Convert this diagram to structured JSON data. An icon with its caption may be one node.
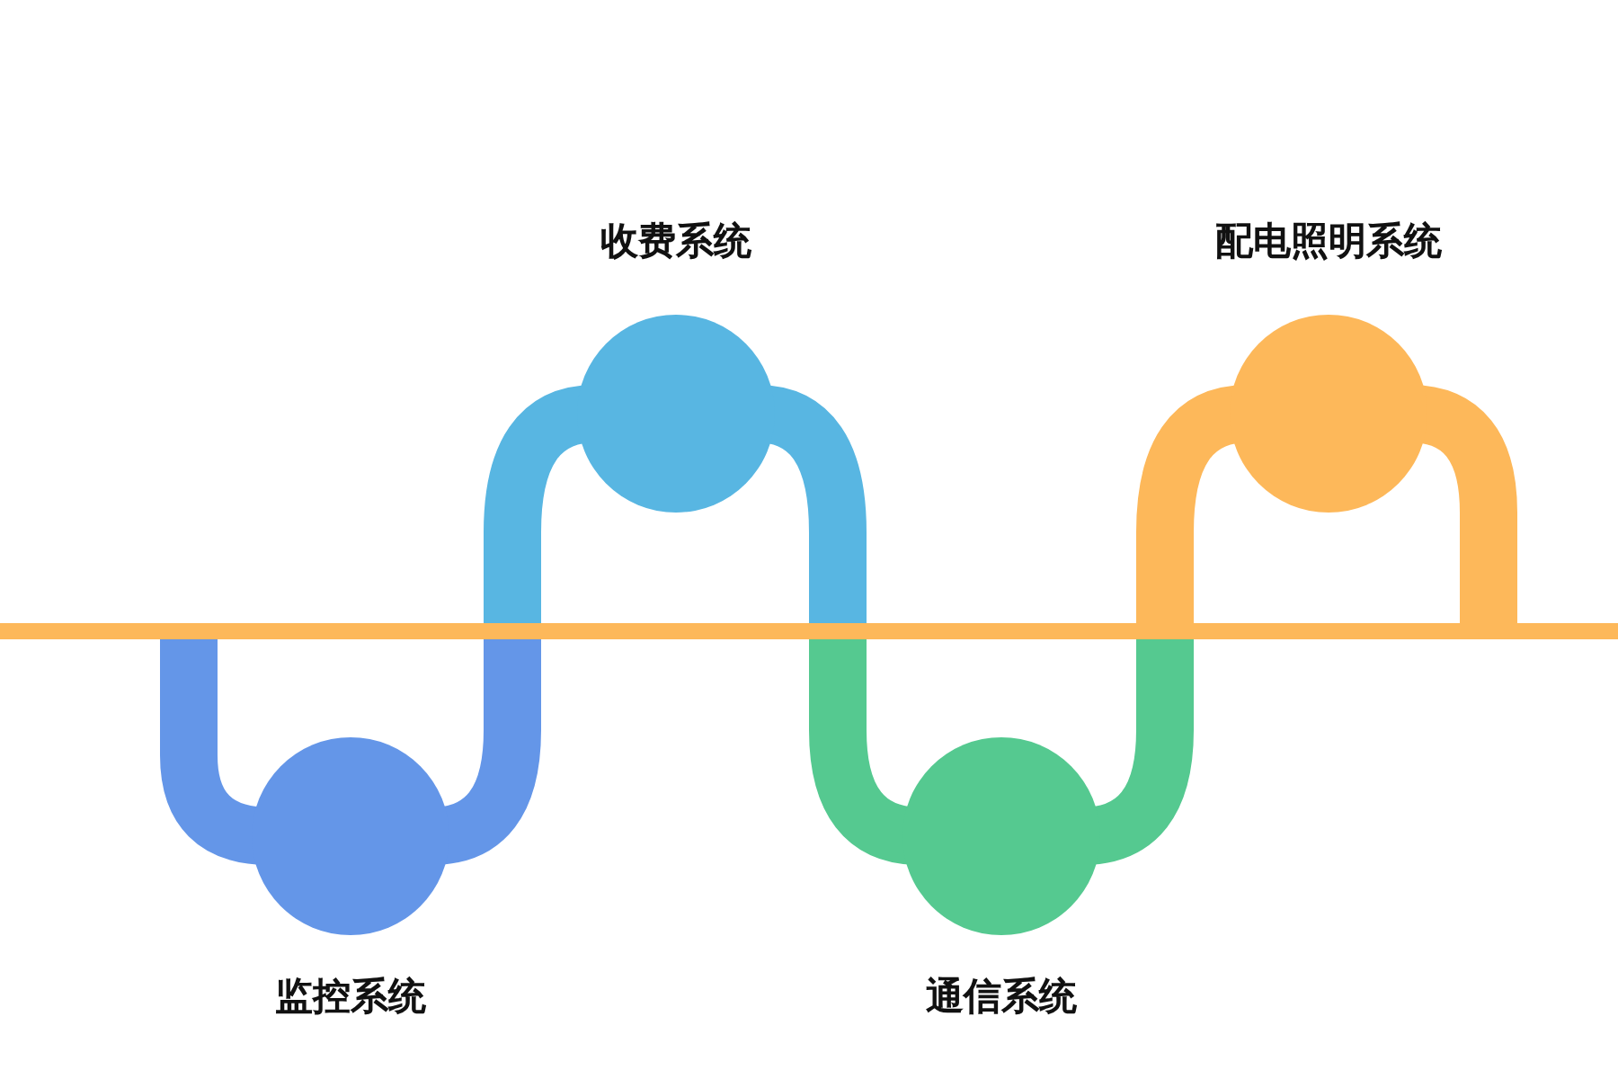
{
  "diagram": {
    "nodes": [
      {
        "text": [
          "监控系统"
        ]
      },
      {
        "text": [
          "收费系统"
        ]
      },
      {
        "text": [
          "通信系统"
        ]
      },
      {
        "text": [
          "配电照明系统"
        ]
      }
    ],
    "edges": [
      {
        "from": 0,
        "to": 1,
        "arrow": "none"
      },
      {
        "from": 1,
        "to": 2,
        "arrow": "none"
      },
      {
        "from": 2,
        "to": 3,
        "arrow": "none"
      }
    ]
  }
}
